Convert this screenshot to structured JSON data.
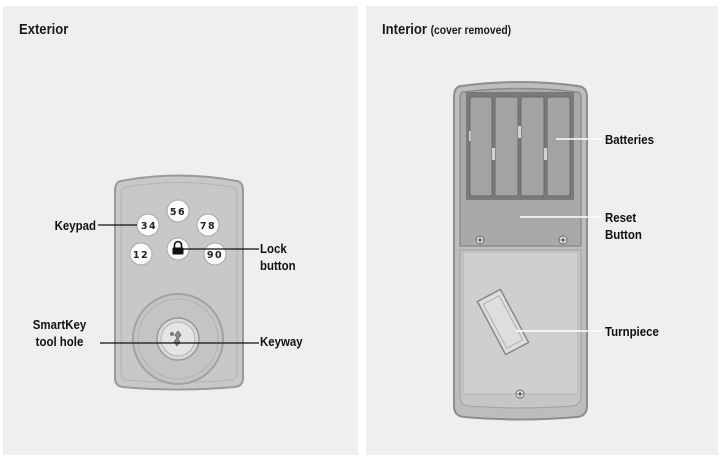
{
  "exterior": {
    "title": "Exterior",
    "keys": [
      "56",
      "34",
      "78",
      "12",
      "90"
    ],
    "labels": {
      "keypad": "Keypad",
      "lock_button_line1": "Lock",
      "lock_button_line2": "button",
      "smartkey_line1": "SmartKey",
      "smartkey_line2": "tool hole",
      "keyway": "Keyway"
    }
  },
  "interior": {
    "title": "Interior",
    "subtitle": "(cover removed)",
    "labels": {
      "batteries": "Batteries",
      "reset_line1": "Reset",
      "reset_line2": "Button",
      "turnpiece": "Turnpiece"
    }
  },
  "colors": {
    "panel_bg": "#efefef",
    "lock_body": "#c8c8c8",
    "lock_outline": "#9a9a9a",
    "interior_body": "#bdbdbd",
    "battery": "#9d9d9d",
    "leader": "#ffffff"
  }
}
